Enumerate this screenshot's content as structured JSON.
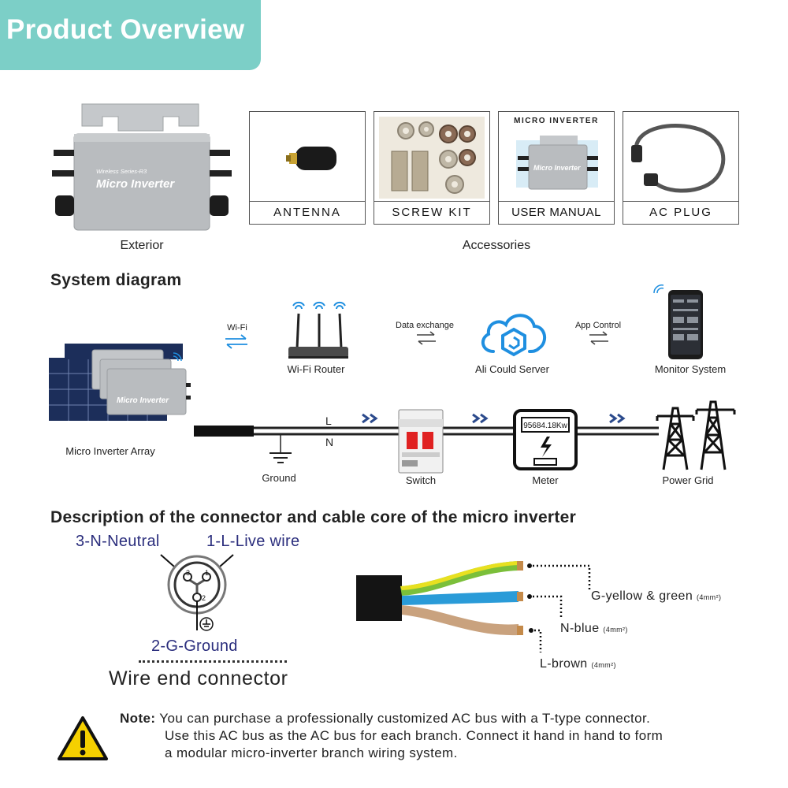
{
  "banner": {
    "title": "Product Overview"
  },
  "exterior": {
    "caption": "Exterior",
    "device_series": "Wireless Series-R3",
    "device_name": "Micro Inverter"
  },
  "accessories": {
    "caption": "Accessories",
    "items": [
      {
        "label": "ANTENNA",
        "icon": "antenna-icon"
      },
      {
        "label": "SCREW KIT",
        "icon": "screw-kit-icon"
      },
      {
        "label": "USER MANUAL",
        "icon": "user-manual-icon",
        "header": "MICRO INVERTER",
        "device_name": "Micro Inverter"
      },
      {
        "label": "AC PLUG",
        "icon": "ac-plug-icon"
      }
    ]
  },
  "system": {
    "heading": "System diagram",
    "wifi_label": "Wi-Fi",
    "data_exchange": "Data exchange",
    "app_control": "App Control",
    "router_label": "Wi-Fi Router",
    "cloud_label": "Ali Could Server",
    "monitor_label": "Monitor System",
    "array_label": "Micro Inverter Array",
    "array_device_name": "Micro Inverter",
    "line_l": "L",
    "line_n": "N",
    "ground_label": "Ground",
    "switch_label": "Switch",
    "meter_label": "Meter",
    "meter_reading": "95684.18Kw",
    "grid_label": "Power Grid"
  },
  "connector": {
    "heading": "Description of the connector and cable core of the micro inverter",
    "neutral": "3-N-Neutral",
    "live": "1-L-Live wire",
    "ground": "2-G-Ground",
    "wire_end": "Wire end connector",
    "pin1": "1",
    "pin2": "2",
    "pin3": "3",
    "cable_green": "G-yellow & green",
    "cable_green_size": "(4mm²)",
    "cable_blue": "N-blue",
    "cable_blue_size": "(4mm²)",
    "cable_brown": "L-brown",
    "cable_brown_size": "(4mm²)"
  },
  "note": {
    "label": "Note:",
    "line1": "You can purchase a professionally customized AC bus with a T-type connector.",
    "line2": "Use this AC bus as the AC bus for each branch. Connect it hand in hand to form",
    "line3": "a modular micro-inverter branch wiring system."
  },
  "colors": {
    "banner": "#7ccfc7",
    "navy": "#2b2e7d",
    "cloud_blue": "#1f8fe0",
    "device_gray": "#b9bcbf",
    "warning_yellow": "#f5d000"
  }
}
